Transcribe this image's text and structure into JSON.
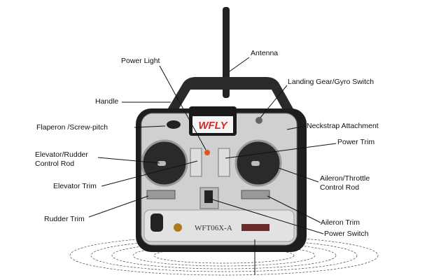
{
  "title": "WFLY WFT06X-A transmitter diagram",
  "device": {
    "brand": "WFLY",
    "model": "WFT06X-A"
  },
  "labels": {
    "antenna": "Antenna",
    "power_light": "Power Light",
    "landing_gear": "Landing Gear/Gyro Switch",
    "handle": "Handle",
    "flaperon": "Flaperon /Screw-pitch",
    "neckstrap": "Neckstrap Attachment",
    "power_trim": "Power Trim",
    "elev_rudder_rod_1": "Elevator/Rudder",
    "elev_rudder_rod_2": "Control Rod",
    "elevator_trim": "Elevator Trim",
    "aileron_throttle_rod_1": "Aileron/Throttle",
    "aileron_throttle_rod_2": "Control  Rod",
    "rudder_trim": "Rudder Trim",
    "aileron_trim": "Aileron Trim",
    "power_switch": "Power Switch"
  }
}
